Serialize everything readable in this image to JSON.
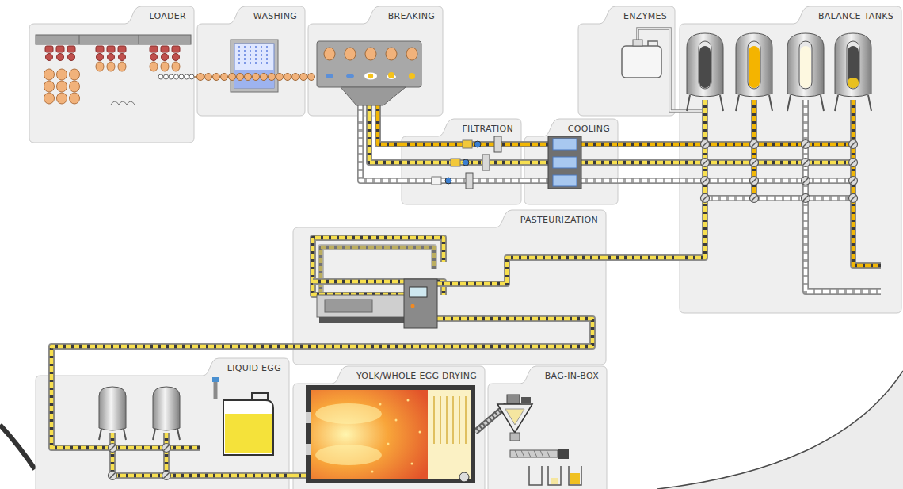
{
  "diagram": {
    "nodes": [
      {
        "text": [
          "LOADER"
        ]
      },
      {
        "text": [
          "WASHING"
        ]
      },
      {
        "text": [
          "BREAKING"
        ]
      },
      {
        "text": [
          "ENZYMES"
        ]
      },
      {
        "text": [
          "BALANCE TANKS"
        ]
      },
      {
        "text": [
          "FILTRATION"
        ]
      },
      {
        "text": [
          "COOLING"
        ]
      },
      {
        "text": [
          "PASTEURIZATION"
        ]
      },
      {
        "text": [
          "LIQUID EGG"
        ]
      },
      {
        "text": [
          "YOLK/WHOLE EGG DRYING"
        ]
      },
      {
        "text": [
          "BAG-IN-BOX"
        ]
      }
    ],
    "edges": [
      {
        "from": 0,
        "to": 1,
        "arrow": "none"
      },
      {
        "from": 1,
        "to": 2,
        "arrow": "none"
      },
      {
        "from": 2,
        "to": 5,
        "arrow": "none"
      },
      {
        "from": 2,
        "to": 5,
        "arrow": "none"
      },
      {
        "from": 2,
        "to": 5,
        "arrow": "none"
      },
      {
        "from": 5,
        "to": 6,
        "arrow": "none"
      },
      {
        "from": 5,
        "to": 6,
        "arrow": "none"
      },
      {
        "from": 5,
        "to": 6,
        "arrow": "none"
      },
      {
        "from": 6,
        "to": 4,
        "arrow": "none"
      },
      {
        "from": 6,
        "to": 4,
        "arrow": "none"
      },
      {
        "from": 6,
        "to": 4,
        "arrow": "none"
      },
      {
        "from": 3,
        "to": 4,
        "arrow": "none"
      },
      {
        "from": 4,
        "to": 7,
        "arrow": "none"
      },
      {
        "from": 7,
        "to": 8,
        "arrow": "none"
      },
      {
        "from": 8,
        "to": 9,
        "arrow": "none"
      },
      {
        "from": 9,
        "to": 10,
        "arrow": "none"
      }
    ]
  }
}
